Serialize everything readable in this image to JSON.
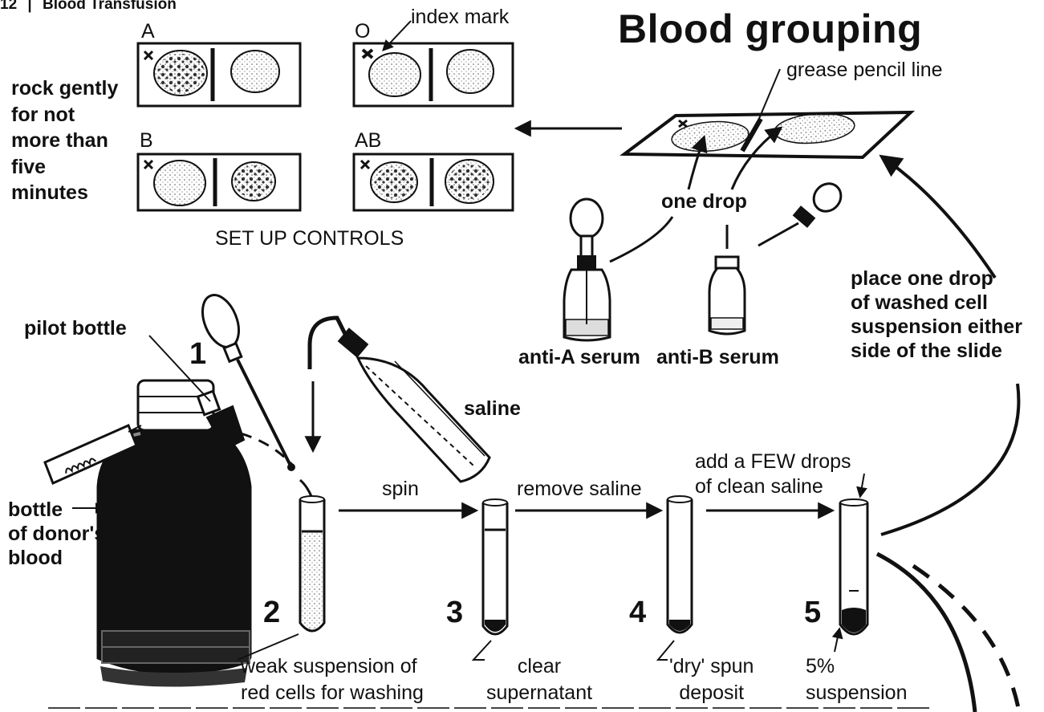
{
  "header": {
    "page_number": "12",
    "separator": "|",
    "section": "Blood Transfusion"
  },
  "title": "Blood grouping",
  "controls": {
    "slides": [
      {
        "label": "A"
      },
      {
        "label": "O"
      },
      {
        "label": "B"
      },
      {
        "label": "AB"
      }
    ],
    "index_mark_label": "index mark",
    "rock_instruction": "rock gently\nfor not\nmore than\nfive\nminutes",
    "caption": "SET UP CONTROLS"
  },
  "slide_setup": {
    "grease_pencil_label": "grease pencil line",
    "one_drop_label": "one drop",
    "anti_a_label": "anti-A serum",
    "anti_b_label": "anti-B serum",
    "place_drop_label": "place one drop\nof washed cell\nsuspension either\nside of the slide"
  },
  "washing": {
    "pilot_bottle_label": "pilot bottle",
    "bottle_label": "bottle\nof donor's\nblood",
    "saline_label": "saline",
    "step_1": "1",
    "step_2": "2",
    "step_3": "3",
    "step_4": "4",
    "step_5": "5",
    "spin_label": "spin",
    "remove_saline_label": "remove saline",
    "add_drops_label": "add a FEW drops\nof clean saline",
    "tube2_caption": "weak suspension of\nred cells for washing",
    "tube3_caption": "clear\nsupernatant",
    "tube4_caption": "'dry' spun\ndeposit",
    "tube5_caption": "5%\nsuspension"
  }
}
